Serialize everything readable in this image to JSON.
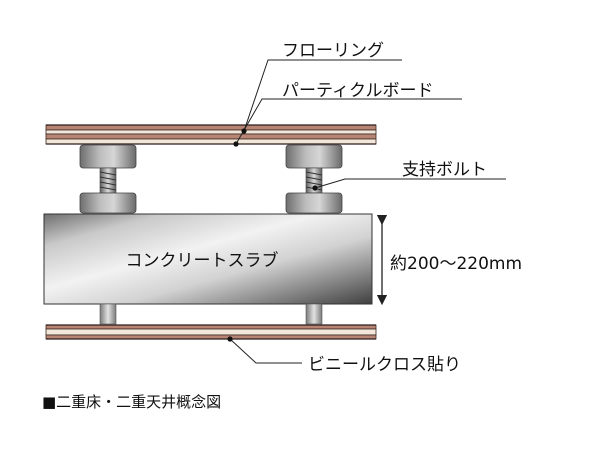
{
  "labels": {
    "flooring": "フローリング",
    "particle_board": "パーティクルボード",
    "support_bolt": "支持ボルト",
    "concrete_slab": "コンクリートスラブ",
    "slab_thickness": "約200～220mm",
    "vinyl_cloth": "ビニールクロス貼り"
  },
  "caption": "■二重床・二重天井概念図",
  "colors": {
    "wood_brown": "#b88473",
    "wood_light": "#f3e7d9",
    "wood_edge": "#3a2a24",
    "bolt_gray": "#9a9a9a",
    "slab_gray": "#8c8c8c"
  }
}
